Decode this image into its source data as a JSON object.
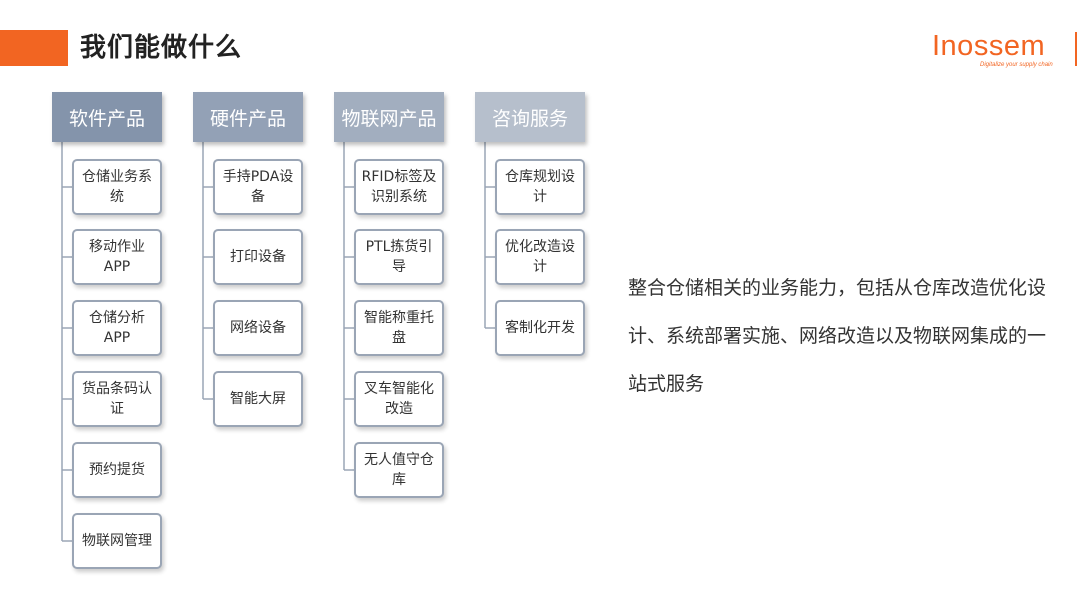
{
  "header": {
    "title": "我们能做什么"
  },
  "logo": {
    "text": "Inossem",
    "tagline": "Digitalize your supply chain"
  },
  "columns": [
    {
      "title": "软件产品",
      "items": [
        "仓储业务系统",
        "移动作业APP",
        "仓储分析APP",
        "货品条码认证",
        "预约提货",
        "物联网管理"
      ]
    },
    {
      "title": "硬件产品",
      "items": [
        "手持PDA设备",
        "打印设备",
        "网络设备",
        "智能大屏"
      ]
    },
    {
      "title": "物联网产品",
      "items": [
        "RFID标签及识别系统",
        "PTL拣货引导",
        "智能称重托盘",
        "叉车智能化改造",
        "无人值守仓库"
      ]
    },
    {
      "title": "咨询服务",
      "items": [
        "仓库规划设计",
        "优化改造设计",
        "客制化开发"
      ]
    }
  ],
  "description": "整合仓储相关的业务能力，包括从仓库改造优化设计、系统部署实施、网络改造以及物联网集成的一站式服务",
  "colors": {
    "accent": "#f26522",
    "header_1": "#8494ab",
    "header_2": "#93a1b6",
    "header_3": "#a2aebf",
    "header_4": "#b6bfcc",
    "border": "#9aa5b5"
  }
}
